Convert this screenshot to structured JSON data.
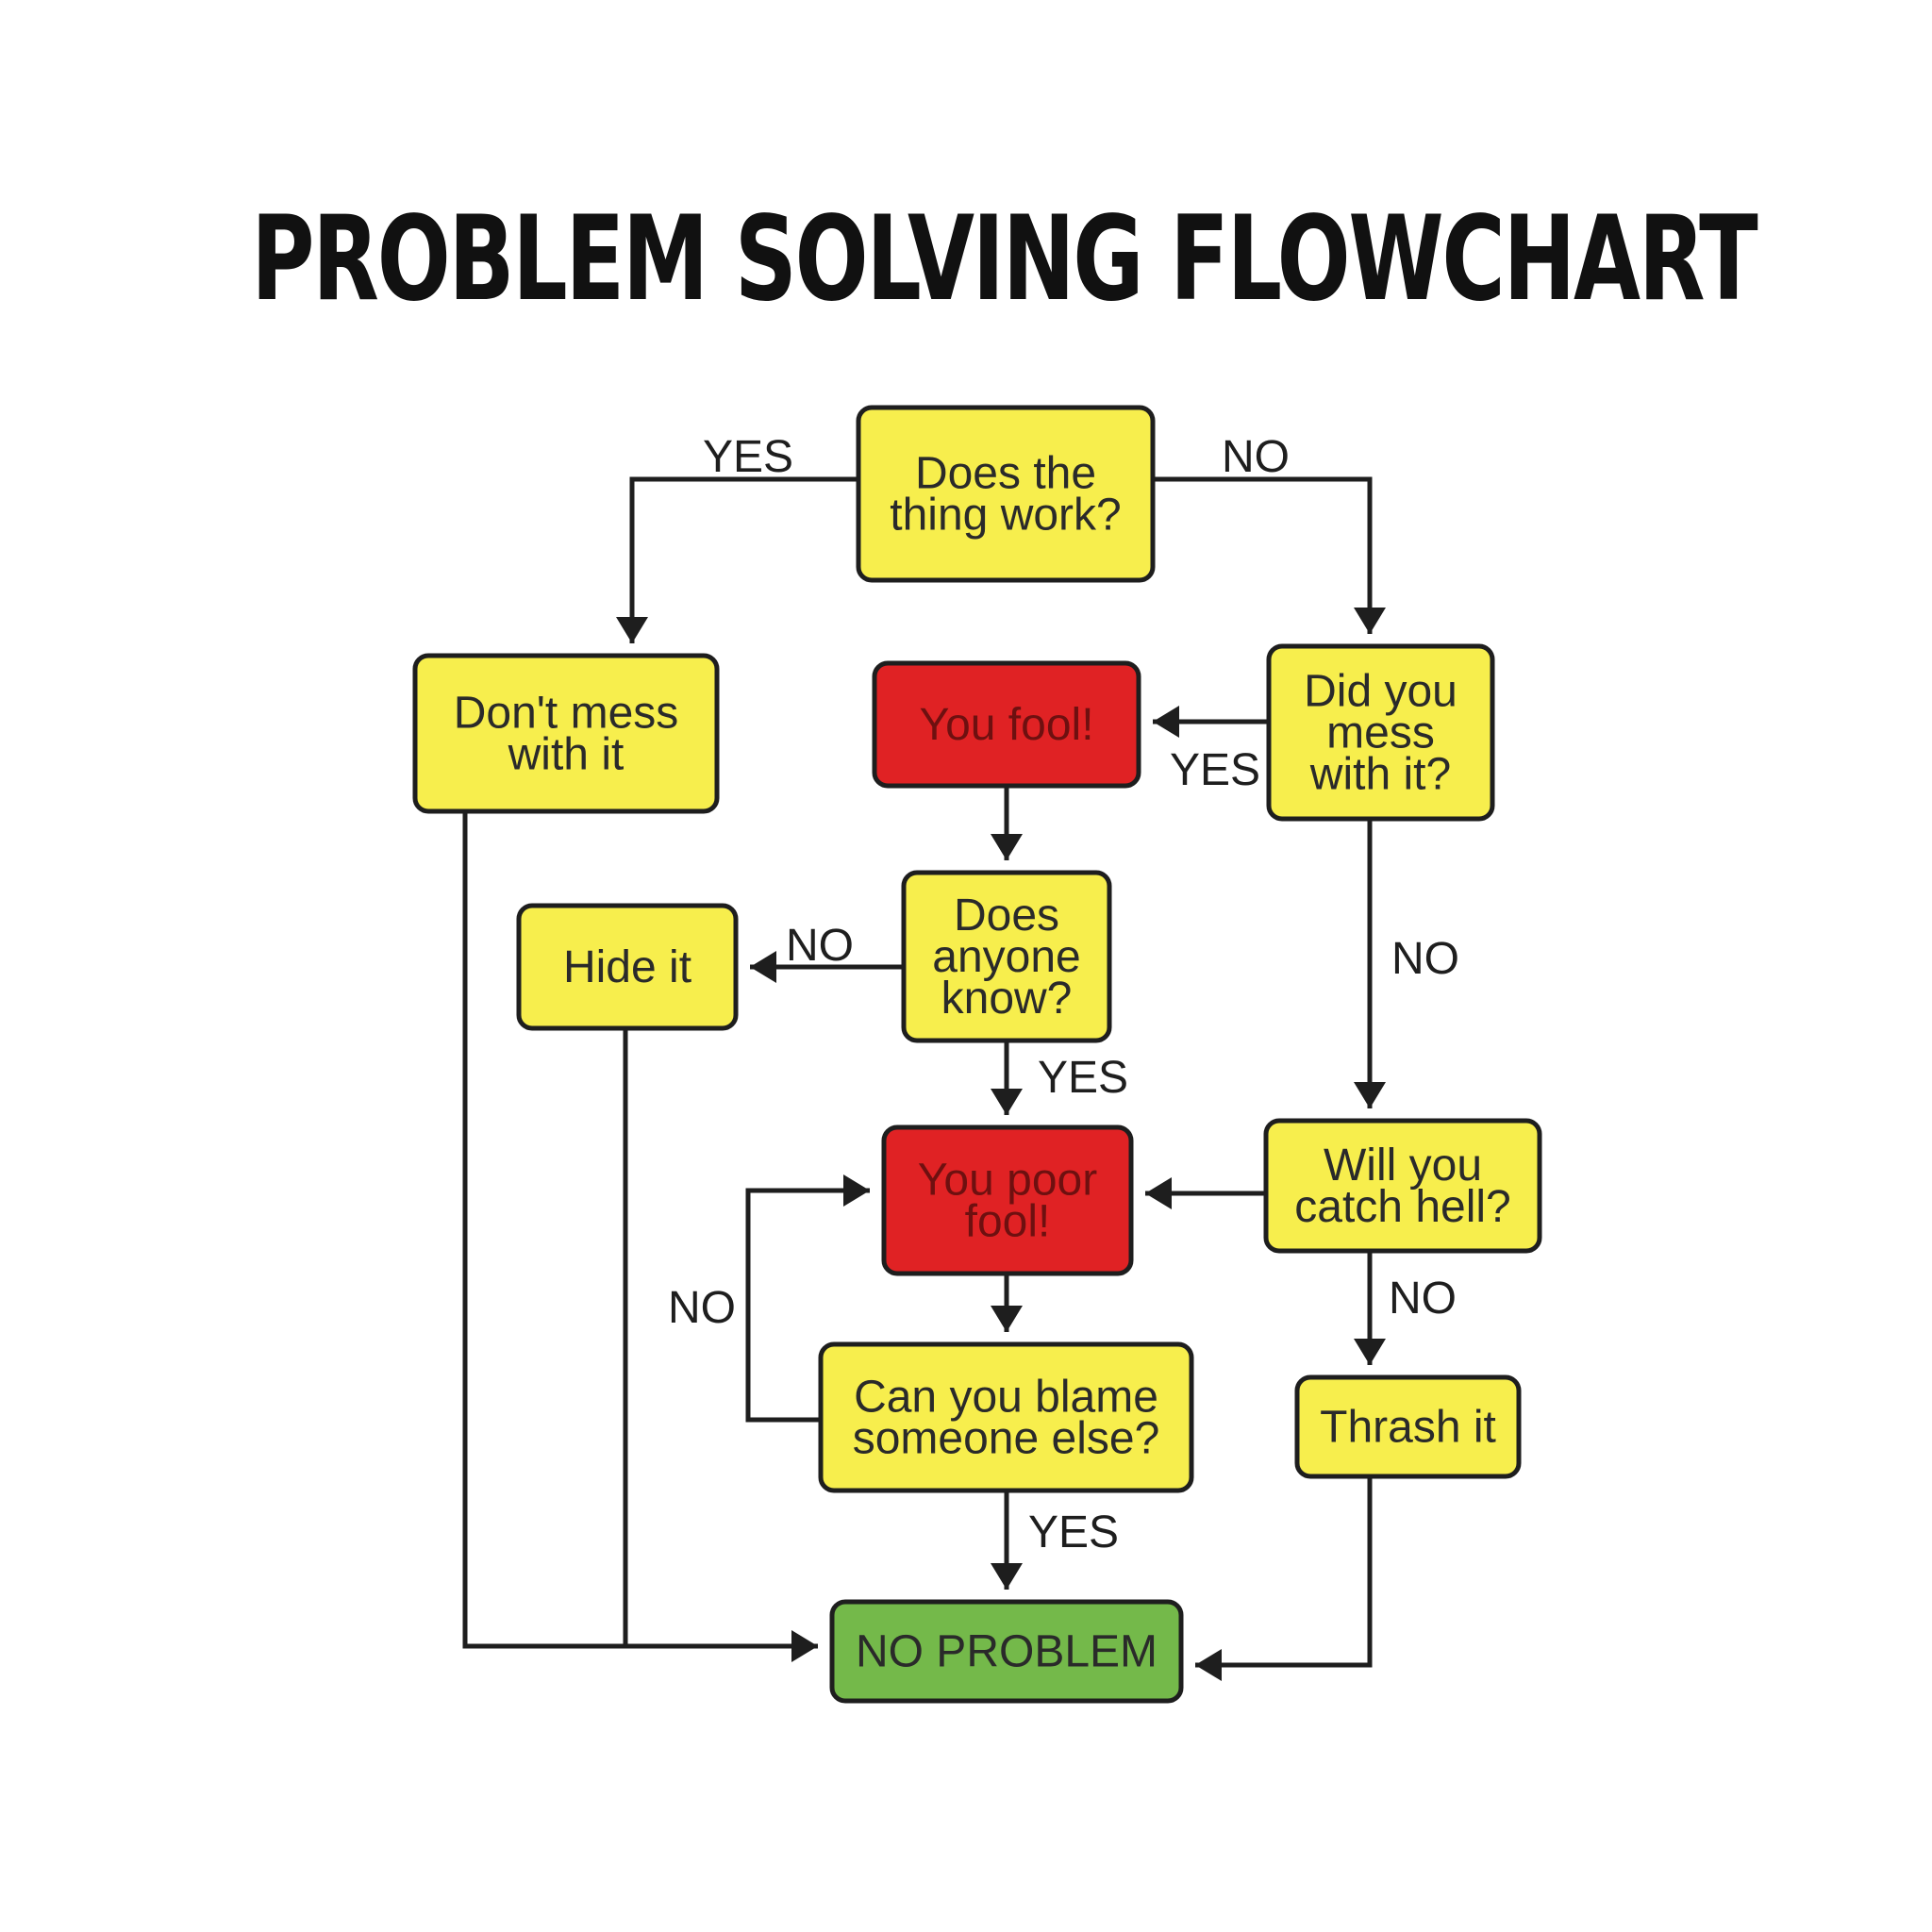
{
  "title": "PROBLEM SOLVING FLOWCHART",
  "colors": {
    "yellow": "#f7ee4d",
    "red": "#e02224",
    "green": "#74b94a",
    "line": "#1e1e1e"
  },
  "nodes": {
    "does_thing_work": {
      "lines": [
        "Does the",
        "thing work?"
      ],
      "color": "yellow"
    },
    "dont_mess": {
      "lines": [
        "Don't mess",
        "with it"
      ],
      "color": "yellow"
    },
    "you_fool": {
      "lines": [
        "You fool!"
      ],
      "color": "red"
    },
    "did_you_mess": {
      "lines": [
        "Did you",
        "mess",
        "with it?"
      ],
      "color": "yellow"
    },
    "hide_it": {
      "lines": [
        "Hide it"
      ],
      "color": "yellow"
    },
    "anyone_know": {
      "lines": [
        "Does",
        "anyone",
        "know?"
      ],
      "color": "yellow"
    },
    "you_poor_fool": {
      "lines": [
        "You poor",
        "fool!"
      ],
      "color": "red"
    },
    "catch_hell": {
      "lines": [
        "Will you",
        "catch hell?"
      ],
      "color": "yellow"
    },
    "blame_someone": {
      "lines": [
        "Can you blame",
        "someone else?"
      ],
      "color": "yellow"
    },
    "thrash_it": {
      "lines": [
        "Thrash it"
      ],
      "color": "yellow"
    },
    "no_problem": {
      "lines": [
        "NO PROBLEM"
      ],
      "color": "green"
    }
  },
  "edges": {
    "work_yes": "YES",
    "work_no": "NO",
    "mess_yes": "YES",
    "mess_no": "NO",
    "know_no": "NO",
    "know_yes": "YES",
    "blame_no": "NO",
    "hell_no": "NO",
    "blame_yes": "YES"
  }
}
